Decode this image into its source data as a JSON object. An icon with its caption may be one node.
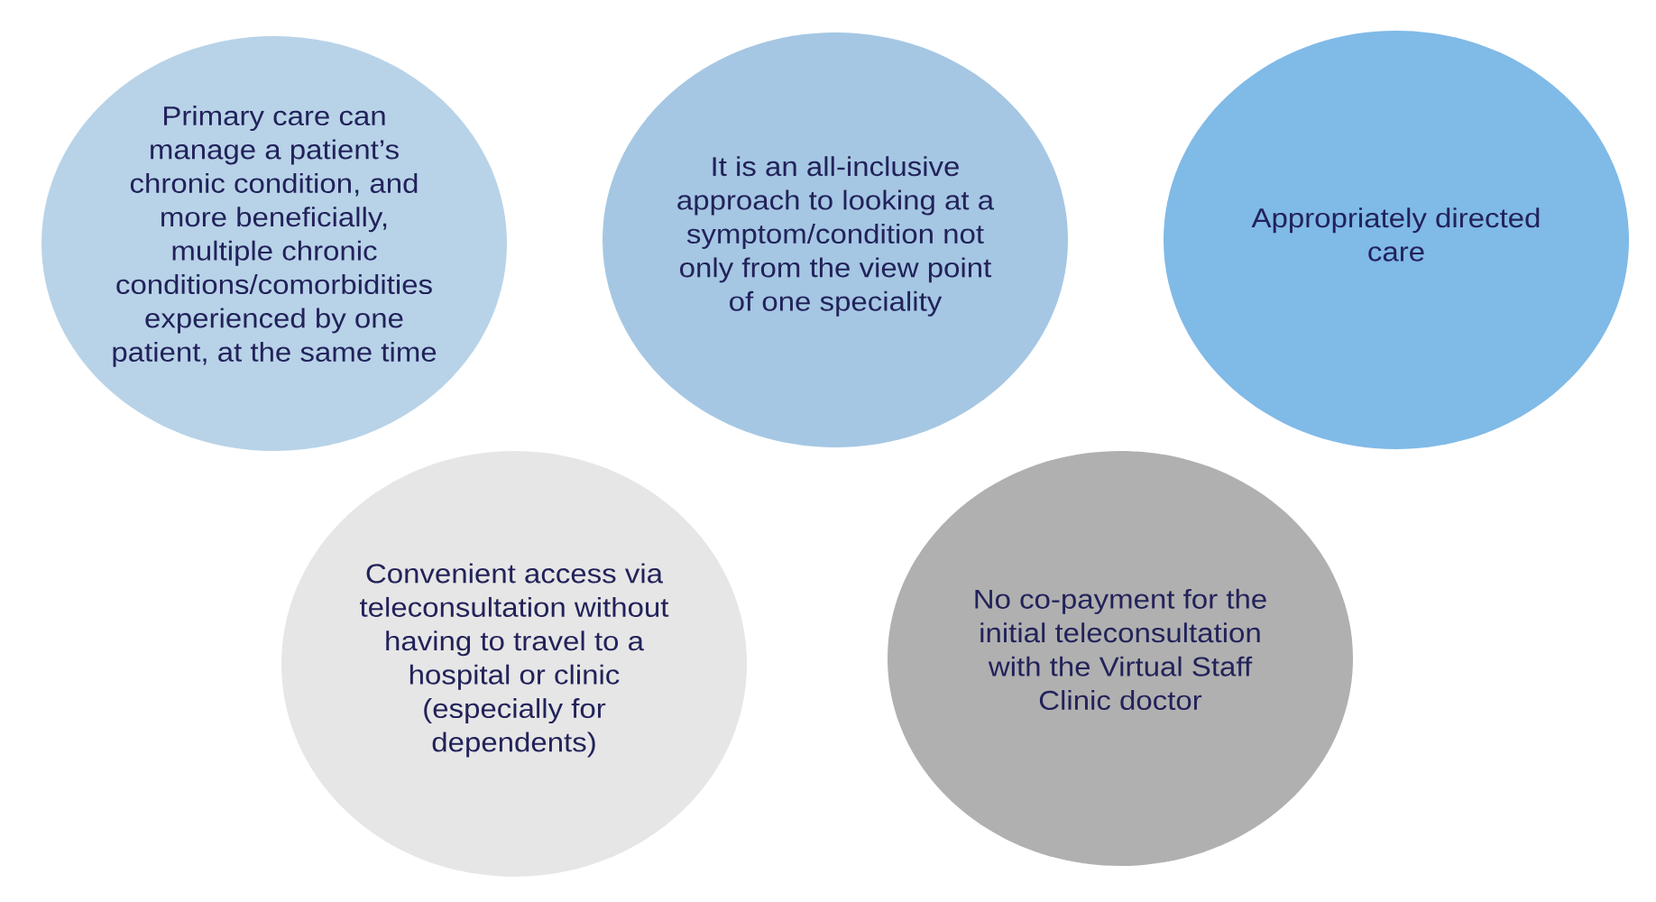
{
  "diagram": {
    "nodes": [
      {
        "text": [
          "Primary care can manage a patient’s chronic condition, and more beneficially, multiple chronic conditions/comorbidities experienced by one patient, at the same time"
        ]
      },
      {
        "text": [
          "It is an all-inclusive approach to looking at a symptom/condition not only from the view point of one speciality"
        ]
      },
      {
        "text": [
          "Appropriately directed care"
        ]
      },
      {
        "text": [
          "Convenient access via teleconsultation without having to travel to a hospital or clinic (especially for dependents)"
        ]
      },
      {
        "text": [
          "No co-payment for the initial teleconsultation with the Virtual Staff Clinic doctor"
        ]
      }
    ]
  }
}
